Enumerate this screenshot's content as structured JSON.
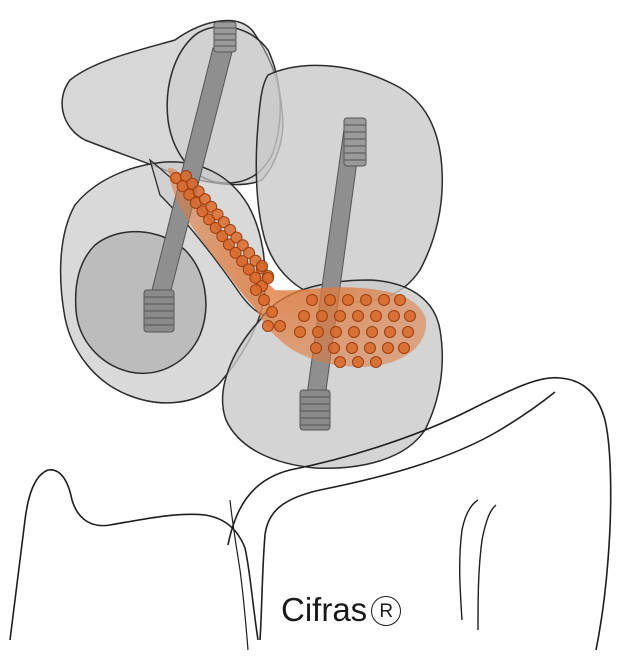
{
  "figure": {
    "trademark_name": "Cifras",
    "trademark_symbol": "R"
  },
  "colors": {
    "background": "#ffffff",
    "bone_fill": "#c9c9c9",
    "bone_outline": "#2b2b2b",
    "screw": "#8f8f8f",
    "graft_orange": "#d9692a",
    "graft_stroke": "#9a3f12"
  },
  "icons": {
    "registered_mark": "circled-r-symbol"
  }
}
